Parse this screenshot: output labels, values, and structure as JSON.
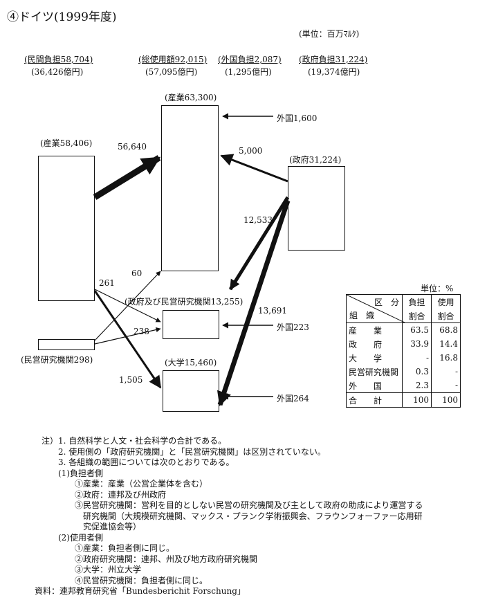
{
  "title": "④ドイツ(1999年度)",
  "unit_main": "(単位：百万ﾏﾙｸ)",
  "headers": {
    "private_burden": "(民間負担58,704)",
    "private_burden_yen": "(36,426億円)",
    "total_use": "(総使用額92,015)",
    "total_use_yen": "(57,095億円)",
    "foreign_burden": "(外国負担2,087)",
    "foreign_burden_yen": "(1,295億円)",
    "gov_burden": "(政府負担31,224)",
    "gov_burden_yen": "(19,374億円)"
  },
  "nodes": {
    "industry_src": "(産業58,406)",
    "industry_dst": "(産業63,300)",
    "government_src": "(政府31,224)",
    "research_dst": "(政府及び民営研究機関13,255)",
    "private_inst_src": "(民営研究機関298)",
    "university_dst": "(大学15,460)"
  },
  "flows": {
    "ind_to_ind": "56,640",
    "gov_to_ind": "5,000",
    "gov_to_research": "12,533",
    "gov_to_univ": "13,691",
    "ind_to_other": "261",
    "priv_to_ind": "60",
    "priv_to_research": "238",
    "priv_to_univ": "1,505",
    "foreign_ind": "外国1,600",
    "foreign_research": "外国223",
    "foreign_univ": "外国264"
  },
  "share_table": {
    "unit": "単位：%",
    "header_top": "区　分",
    "header_left": "組　織",
    "col_burden": [
      "負担",
      "割合"
    ],
    "col_use": [
      "使用",
      "割合"
    ],
    "rows": [
      {
        "name": "産　　業",
        "burden": "63.5",
        "use": "68.8"
      },
      {
        "name": "政　　府",
        "burden": "33.9",
        "use": "14.4"
      },
      {
        "name": "大　　学",
        "burden": "-",
        "use": "16.8"
      },
      {
        "name": "民営研究機関",
        "burden": "0.3",
        "use": "-"
      },
      {
        "name": "外　　国",
        "burden": "2.3",
        "use": "-"
      }
    ],
    "total": {
      "name": "合　　計",
      "burden": "100",
      "use": "100"
    }
  },
  "notes": [
    "注）1. 自然科学と人文・社会科学の合計である。",
    "　　2. 使用側の「政府研究機関」と「民営研究機関」は区別されていない。",
    "　　3. 各組織の範囲については次のとおりである。",
    "　　(1)負担者側",
    "　　　　①産業：産業（公営企業体を含む）",
    "　　　　②政府：連邦及び州政府",
    "　　　　③民営研究機関：営利を目的としない民営の研究機関及び主として政府の助成により運営する",
    "　　　　　研究機関（大規模研究機関、マックス・プランク学術振興会、フラウンフォーファー応用研",
    "　　　　　究促進協会等）",
    "　　(2)使用者側",
    "　　　　①産業：負担者側に同じ。",
    "　　　　②政府研究機関：連邦、州及び地方政府研究機関",
    "　　　　③大学：州立大学",
    "　　　　④民営研究機関：負担者側に同じ。",
    "資料：連邦教育研究省「Bundesberichit Forschung」"
  ]
}
